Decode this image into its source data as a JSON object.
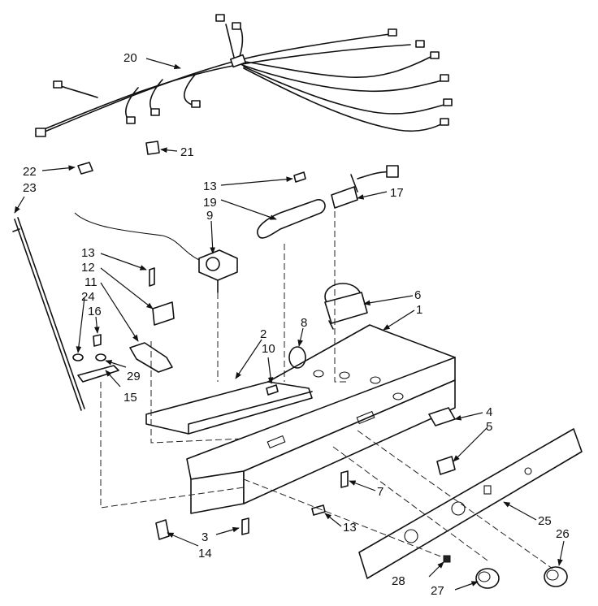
{
  "diagram": {
    "labels": {
      "p1": "1",
      "p2": "2",
      "p3": "3",
      "p4": "4",
      "p5": "5",
      "p6": "6",
      "p7": "7",
      "p8": "8",
      "p9": "9",
      "p10": "10",
      "p11": "11",
      "p12": "12",
      "p13a": "13",
      "p13b": "13",
      "p13c": "13",
      "p14": "14",
      "p15": "15",
      "p16": "16",
      "p17": "17",
      "p19": "19",
      "p20": "20",
      "p21": "21",
      "p22": "22",
      "p23": "23",
      "p24": "24",
      "p25": "25",
      "p26": "26",
      "p27": "27",
      "p28": "28",
      "p29": "29"
    }
  }
}
